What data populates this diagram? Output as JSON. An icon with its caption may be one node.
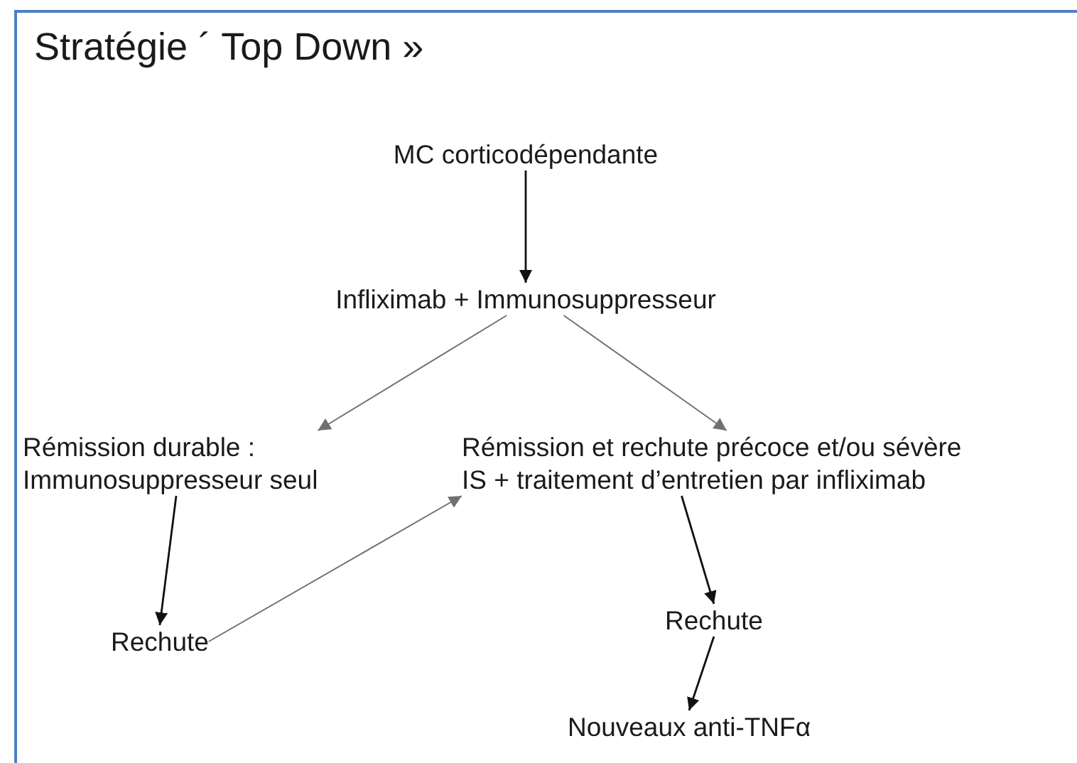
{
  "diagram": {
    "title": "Stratégie ´ Top Down »",
    "nodes": [
      {
        "text": [
          "MC corticodépendante"
        ]
      },
      {
        "text": [
          "Infliximab + Immunosuppresseur"
        ]
      },
      {
        "text": [
          "Rémission durable :",
          "Immunosuppresseur seul"
        ]
      },
      {
        "text": [
          "Rémission et rechute précoce et/ou sévère",
          "IS + traitement d’entretien par infliximab"
        ]
      },
      {
        "text": [
          "Rechute"
        ]
      },
      {
        "text": [
          "Rechute"
        ]
      },
      {
        "text": [
          "Nouveaux anti-TNFα"
        ]
      }
    ],
    "edges": [
      {
        "from": 0,
        "to": 1,
        "arrow": "to"
      },
      {
        "from": 1,
        "to": 2,
        "arrow": "to",
        "color": "#707070"
      },
      {
        "from": 1,
        "to": 3,
        "arrow": "to",
        "color": "#707070"
      },
      {
        "from": 2,
        "to": 4,
        "arrow": "to"
      },
      {
        "from": 4,
        "to": 3,
        "arrow": "to",
        "color": "#707070"
      },
      {
        "from": 3,
        "to": 5,
        "arrow": "to"
      },
      {
        "from": 5,
        "to": 6,
        "arrow": "to"
      }
    ]
  }
}
